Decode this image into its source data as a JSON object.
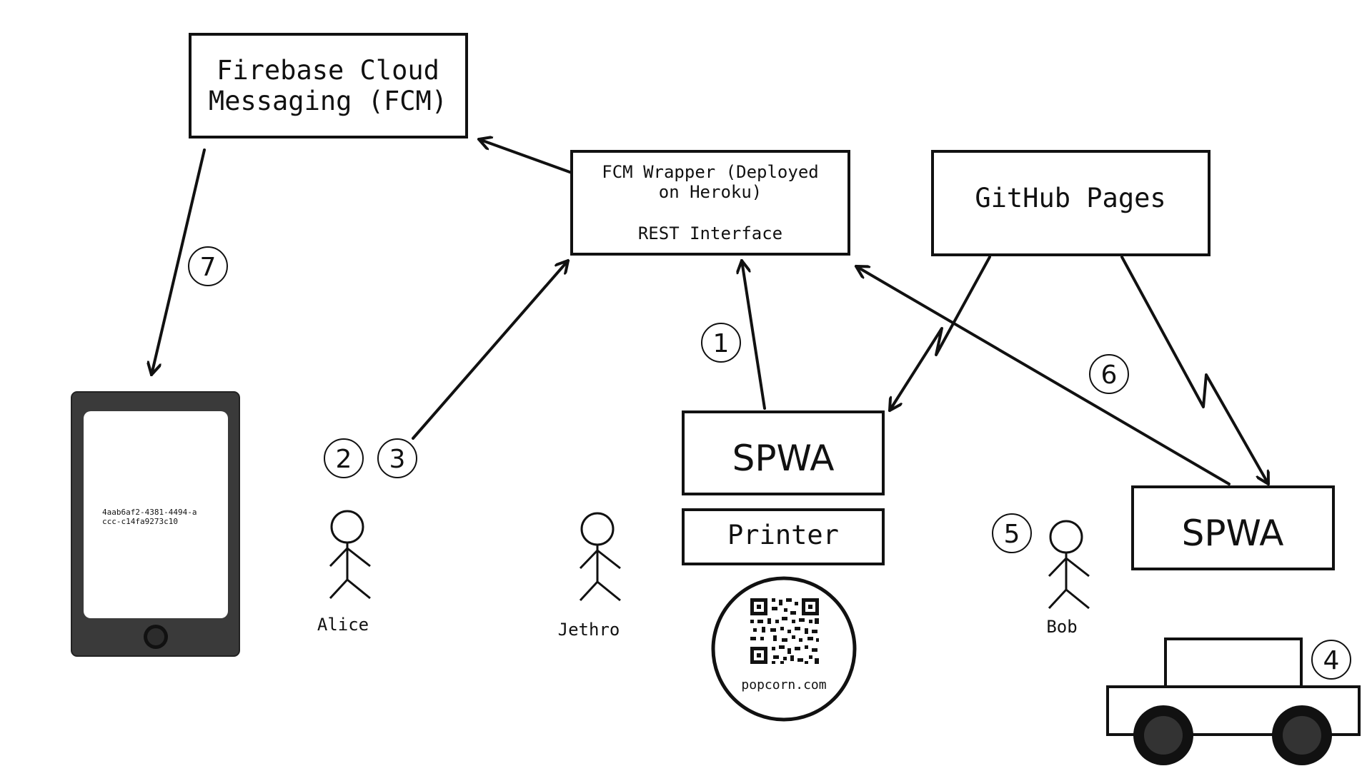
{
  "diagram": {
    "nodes": {
      "fcm": {
        "line1": "Firebase Cloud",
        "line2": "Messaging (FCM)"
      },
      "wrapper": {
        "line1": "FCM Wrapper (Deployed",
        "line2": "on Heroku)",
        "line3": "REST Interface"
      },
      "github": {
        "label": "GitHub Pages"
      },
      "spwa_printer": {
        "label": "SPWA"
      },
      "printer": {
        "label": "Printer"
      },
      "spwa_car": {
        "label": "SPWA"
      },
      "qr": {
        "label": "popcorn.com"
      },
      "phone": {
        "line1": "4aab6af2-4381-4494-a",
        "line2": "ccc-c14fa9273c10"
      }
    },
    "actors": {
      "alice": "Alice",
      "jethro": "Jethro",
      "bob": "Bob"
    },
    "steps": [
      "1",
      "2",
      "3",
      "4",
      "5",
      "6",
      "7"
    ]
  },
  "colors": {
    "stroke": "#111111",
    "phone_body": "#3a3a3a",
    "wheel": "#333333",
    "background": "#ffffff"
  }
}
